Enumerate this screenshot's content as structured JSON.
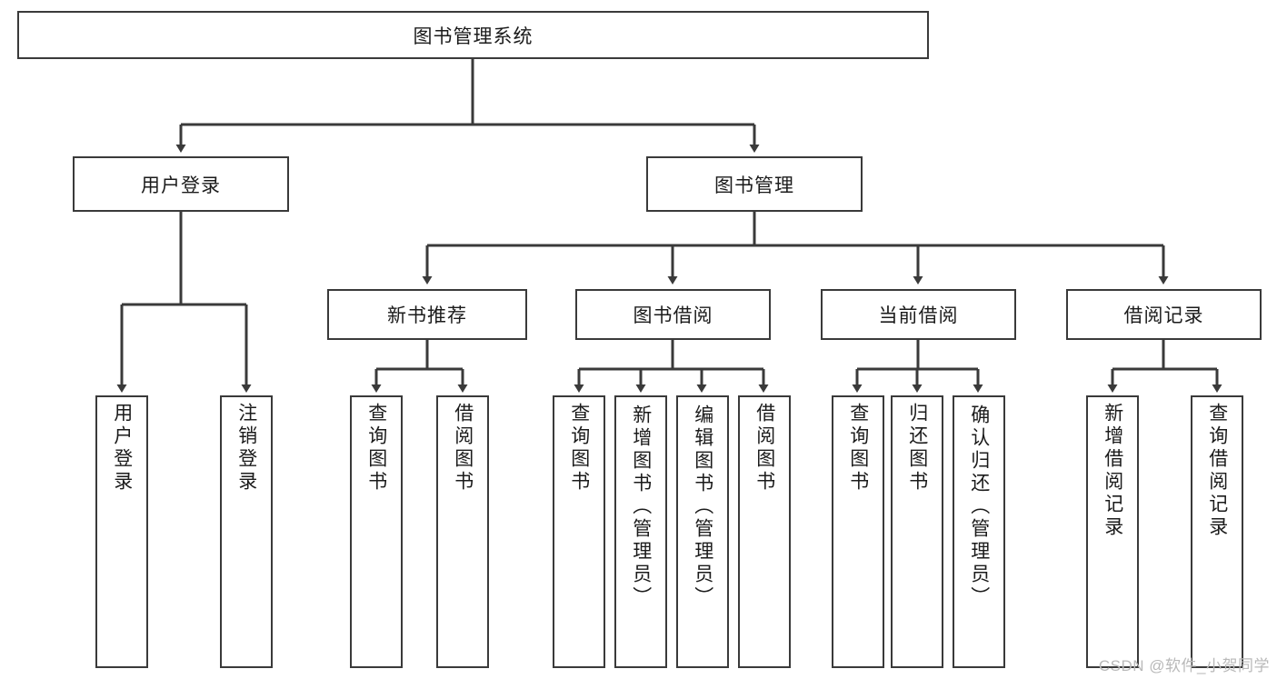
{
  "diagram": {
    "type": "tree",
    "title": "图书管理系统",
    "root": {
      "label": "图书管理系统"
    },
    "level1": [
      {
        "label": "用户登录"
      },
      {
        "label": "图书管理"
      }
    ],
    "level2": [
      {
        "label": "新书推荐"
      },
      {
        "label": "图书借阅"
      },
      {
        "label": "当前借阅"
      },
      {
        "label": "借阅记录"
      }
    ],
    "leaves": {
      "user_login": [
        {
          "label": "用户登录"
        },
        {
          "label": "注销登录"
        }
      ],
      "new_book_recommend": [
        {
          "label": "查询图书"
        },
        {
          "label": "借阅图书"
        }
      ],
      "book_borrow": [
        {
          "label": "查询图书"
        },
        {
          "label": "新增图书（管理员）"
        },
        {
          "label": "编辑图书（管理员）"
        },
        {
          "label": "借阅图书"
        }
      ],
      "current_borrow": [
        {
          "label": "查询图书"
        },
        {
          "label": "归还图书"
        },
        {
          "label": "确认归还（管理员）"
        }
      ],
      "borrow_record": [
        {
          "label": "新增借阅记录"
        },
        {
          "label": "查询借阅记录"
        }
      ]
    }
  },
  "watermark": {
    "text": "CSDN @软件_小贺同学"
  },
  "colors": {
    "stroke": "#3a3a3a",
    "background": "#ffffff",
    "text": "#1b1b1b",
    "watermark": "#b9b9b9"
  }
}
